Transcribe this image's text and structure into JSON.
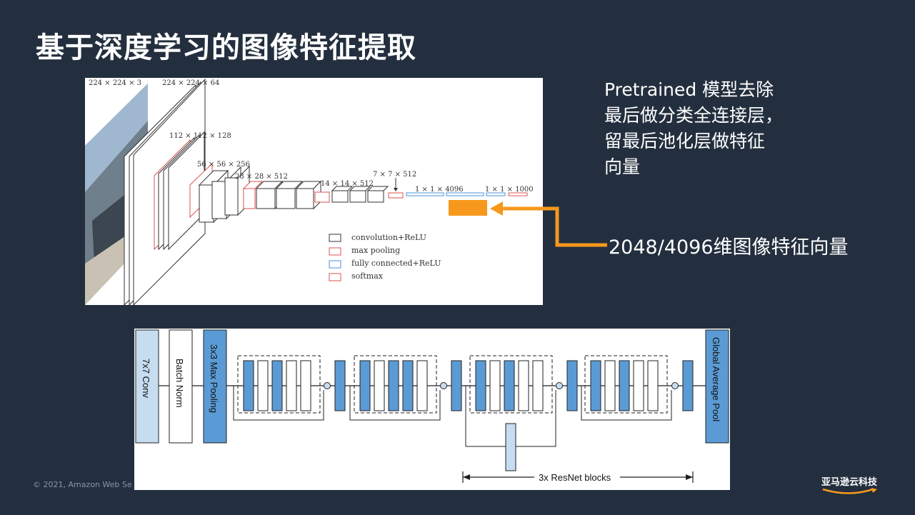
{
  "slide": {
    "title": "基于深度学习的图像特征提取",
    "caption_lines": [
      "Pretrained 模型去除",
      "最后做分类全连接层，",
      "留最后池化层做特征",
      "向量"
    ],
    "feature_label": "2048/4096维图像特征向量",
    "footer": "© 2021, Amazon Web Se",
    "logo": "亚马逊云科技",
    "accent_color": "#f7981d"
  },
  "vgg": {
    "dims": [
      "224 × 224 × 3",
      "224 × 224 × 64",
      "112 × 112 × 128",
      "56 × 56 × 256",
      "28 × 28 × 512",
      "14 × 14 × 512",
      "7 × 7 × 512",
      "1 × 1 × 4096",
      "1 × 1 × 1000"
    ],
    "legend": [
      {
        "label": "convolution+ReLU",
        "color": "#333333"
      },
      {
        "label": "max pooling",
        "color": "#d9534f"
      },
      {
        "label": "fully connected+ReLU",
        "color": "#4a90d9"
      },
      {
        "label": "softmax",
        "color": "#d9534f"
      }
    ]
  },
  "resnet": {
    "conv_label": "7x7 Conv",
    "bn_label": "Batch Norm",
    "pool_label": "3x3 Max Pooling",
    "gap_label": "Global Average Pool",
    "blocks_label": "3x ResNet blocks",
    "colors": {
      "light": "#c6dcf0",
      "mid": "#5b9bd5",
      "dark": "#4a8cc8"
    }
  }
}
